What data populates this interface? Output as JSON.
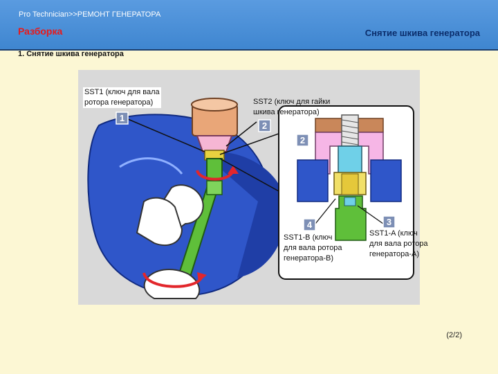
{
  "header": {
    "breadcrumb": "Pro Technician>>РЕМОНТ ГЕНЕРАТОРА",
    "section": "Разборка",
    "page_heading": "Снятие шкива генератора"
  },
  "step": {
    "title": "1. Снятие шкива генератора"
  },
  "figure": {
    "markers": [
      "1",
      "2",
      "2",
      "3",
      "4"
    ],
    "callouts": {
      "sst1": "SST1 (ключ для вала\nротора генератора)",
      "sst2": "SST2 (ключ для гайки\nшкива генератора)",
      "sst1b": "SST1-B (ключ\nдля вала ротора\nгенератора-B)",
      "sst1a": "SST1-A (ключ\nдля вала ротора\nгенератора-A)"
    }
  },
  "footer": {
    "page": "(2/2)"
  },
  "colors": {
    "header": "#4a8fd6",
    "background": "#fcf7d4",
    "section": "#e8191b",
    "heading": "#0b2d6b"
  }
}
